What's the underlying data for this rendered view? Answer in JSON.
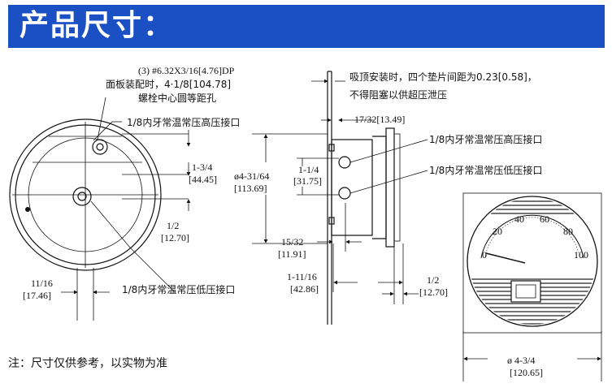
{
  "header": {
    "title": "产品尺寸："
  },
  "left_view": {
    "mount_note_1": "(3) #6.32X3/16[4.76]DP",
    "mount_note_2": "面板装配时，4·1/8[104.78]",
    "mount_note_3": "螺栓中心圆等距孔",
    "high_port": "1/8内牙常温常压高压接口",
    "dim_a": "1-3/4",
    "dim_a_mm": "[44.45]",
    "dim_b": "1/2",
    "dim_b_mm": "[12.70]",
    "dim_c": "11/16",
    "dim_c_mm": "[17.46]",
    "low_port": "1/8内牙常温常压低压接口"
  },
  "side_view": {
    "note_1": "吸顶安装时，四个垫片间距为0.23[0.58]，",
    "note_2": "不得阻塞以供超压泄压",
    "dim_depth": "17/32[13.49]",
    "high_port": "1/8内牙常温常压高压接口",
    "low_port": "1/8内牙常温常压低压接口",
    "dim_dia": "ø4-31/64",
    "dim_dia_mm": "[113.69]",
    "dim_port": "1-1/4",
    "dim_port_mm": "[31.75]",
    "dim_d": "15/32",
    "dim_d_mm": "[11.91]",
    "dim_e": "1-11/16",
    "dim_e_mm": "[42.86]",
    "dim_f": "1/2",
    "dim_f_mm": "[12.70]"
  },
  "front_view": {
    "scale": [
      "0",
      "20",
      "40",
      "60",
      "80",
      "100"
    ],
    "dim_face": "ø 4-3/4",
    "dim_face_mm": "[120.65]"
  },
  "footer": {
    "note": "注：尺寸仅供参考，以实物为准"
  }
}
